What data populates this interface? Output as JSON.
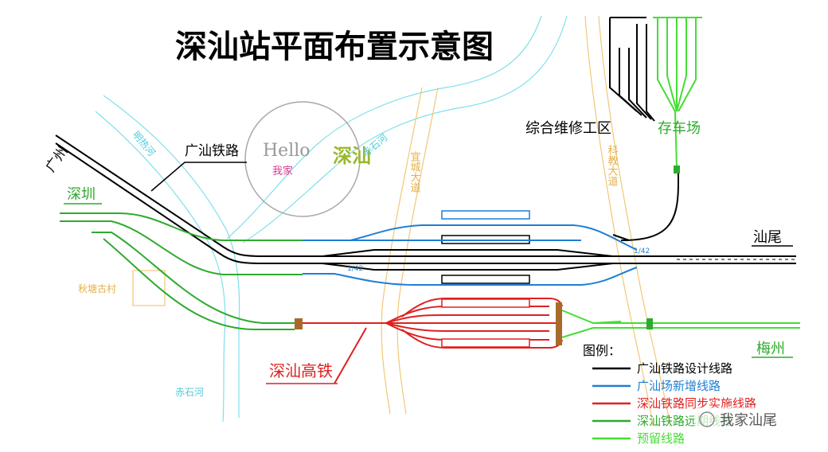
{
  "title": "深汕站平面布置示意图",
  "places": {
    "guangzhou": "广州",
    "shenzhen": "深圳",
    "shanwei": "汕尾",
    "meizhou": "梅州",
    "village": "秋塘古村",
    "shenshan": "深汕"
  },
  "labels": {
    "guangshan_railway": "广汕铁路",
    "shenshan_hsr": "深汕高铁",
    "maintenance_area": "综合维修工区",
    "storage_yard": "存车场",
    "turnout_left": "1/42",
    "turnout_right": "1/42"
  },
  "rivers": {
    "mingre": "明热河",
    "chishi_north": "赤石河",
    "chishi_south": "赤石河"
  },
  "roads": {
    "yicheng": "宜城大道",
    "kejiao": "科教大道"
  },
  "watermark": {
    "hello": "Hello",
    "wojia": "我家",
    "footer": "我家汕尾"
  },
  "legend": {
    "title": "图例：",
    "items": [
      {
        "label": "广汕铁路设计线路",
        "color": "#000000"
      },
      {
        "label": "广汕场新增线路",
        "color": "#1e7fd4"
      },
      {
        "label": "深汕铁路同步实施线路",
        "color": "#e02020"
      },
      {
        "label": "深汕铁路远期线路",
        "color": "#2eaa2e"
      },
      {
        "label": "预留线路",
        "color": "#44dd33"
      }
    ]
  },
  "colors": {
    "black_line": "#000000",
    "blue_line": "#1e7fd4",
    "red_line": "#e02020",
    "green_line": "#2eaa2e",
    "light_green": "#44dd33",
    "river": "#7fe0ec",
    "road": "#f0c878",
    "village_box": "#f0c878"
  }
}
